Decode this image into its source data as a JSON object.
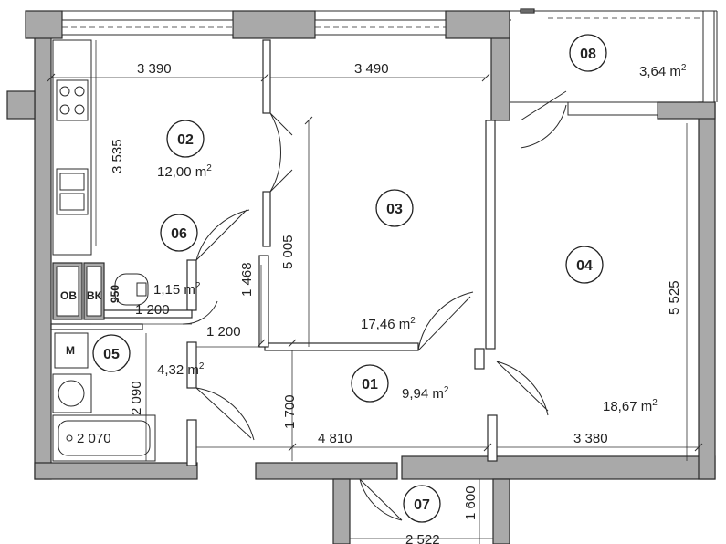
{
  "rooms": [
    {
      "id": "02",
      "area": "12,00",
      "unit": "m",
      "sup": "2"
    },
    {
      "id": "03",
      "area": "17,46",
      "unit": "m",
      "sup": "2"
    },
    {
      "id": "04",
      "area": "18,67",
      "unit": "m",
      "sup": "2"
    },
    {
      "id": "01",
      "area": "9,94",
      "unit": "m",
      "sup": "2"
    },
    {
      "id": "05",
      "area": "4,32",
      "unit": "m",
      "sup": "2"
    },
    {
      "id": "06",
      "area": "1,15",
      "unit": "m",
      "sup": "2"
    },
    {
      "id": "07",
      "area": "",
      "unit": "",
      "sup": ""
    },
    {
      "id": "08",
      "area": "3,64",
      "unit": "m",
      "sup": "2"
    }
  ],
  "dimensions": [
    "3 390",
    "3 490",
    "3 535",
    "5 005",
    "5 525",
    "1 468",
    "1 200",
    "1 200",
    "2 090",
    "1 700",
    "4 810",
    "3 380",
    "2 070",
    "1 600",
    "2 522",
    "950"
  ],
  "fixtures": {
    "ob_label": "ОВ",
    "vk_label": "ВК",
    "m_label": "М"
  }
}
